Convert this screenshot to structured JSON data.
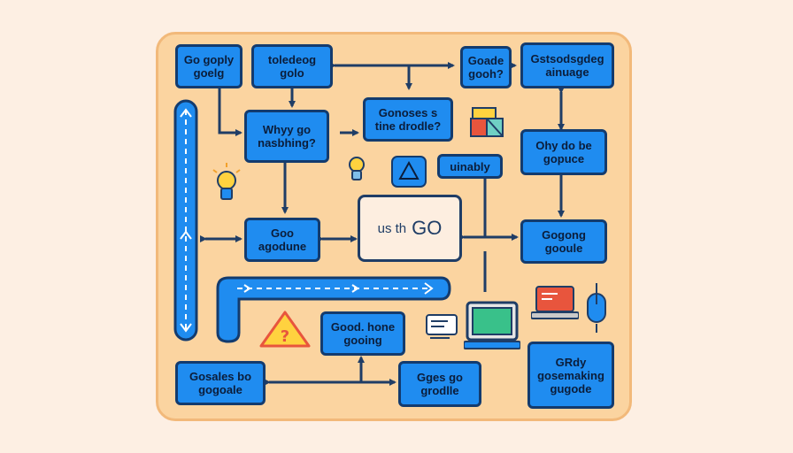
{
  "boxes": {
    "go_goply": "Go goply\ngoelg",
    "toledeog": "toledeog\ngolo",
    "goade": "Goade\ngooh?",
    "gstsodsgdeg": "Gstsodsgdeg\nainuage",
    "whyy_go": "Whyy go\nnasbhing?",
    "gonoses": "Gonoses s\ntine drodle?",
    "ohy_do": "Ohy do be\ngopuce",
    "uinably": "uinably",
    "goo_agodune": "Goo\nagodune",
    "gogong": "Gogong\ngooule",
    "good_hone": "Good. hone\ngooing",
    "gosales": "Gosales bo\ngogoale",
    "gges": "Gges go\ngrodlle",
    "grdy": "GRdy\ngosemaking\ngugode"
  },
  "center": {
    "prefix": "us th",
    "main": "GO"
  },
  "icons": [
    "lightbulb-icon",
    "lightbulb-icon",
    "triangle-icon",
    "cube-icon",
    "warning-icon",
    "document-icon",
    "monitor-icon",
    "laptop-icon",
    "mouse-icon"
  ],
  "colors": {
    "box": "#1f8cf0",
    "border": "#133b6e",
    "board": "#fbd4a0",
    "background": "#fdefe3"
  }
}
